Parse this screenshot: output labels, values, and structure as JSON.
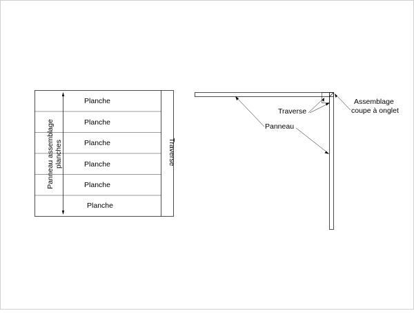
{
  "front_view": {
    "planks": [
      "Planche",
      "Planche",
      "Planche",
      "Planche",
      "Planche",
      "Planche"
    ],
    "panel_label_line1": "Panneau assemblage",
    "panel_label_line2": "planches",
    "rail_label": "Traverse"
  },
  "side_view": {
    "rail_label": "Traverse",
    "panel_label": "Panneau",
    "joint_label_line1": "Assemblage",
    "joint_label_line2": "coupe à onglet"
  }
}
